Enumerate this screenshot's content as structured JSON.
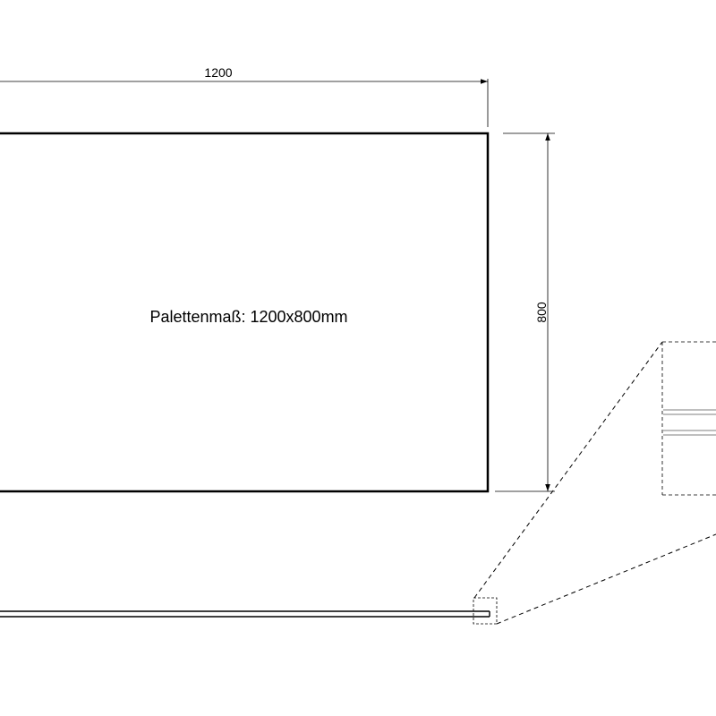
{
  "drawing": {
    "width_dimension": "1200",
    "height_dimension": "800",
    "panel_label": "Palettenmaß: 1200x800mm"
  },
  "colors": {
    "line": "#000000",
    "detail_line": "#aaaaaa",
    "background": "#ffffff"
  }
}
